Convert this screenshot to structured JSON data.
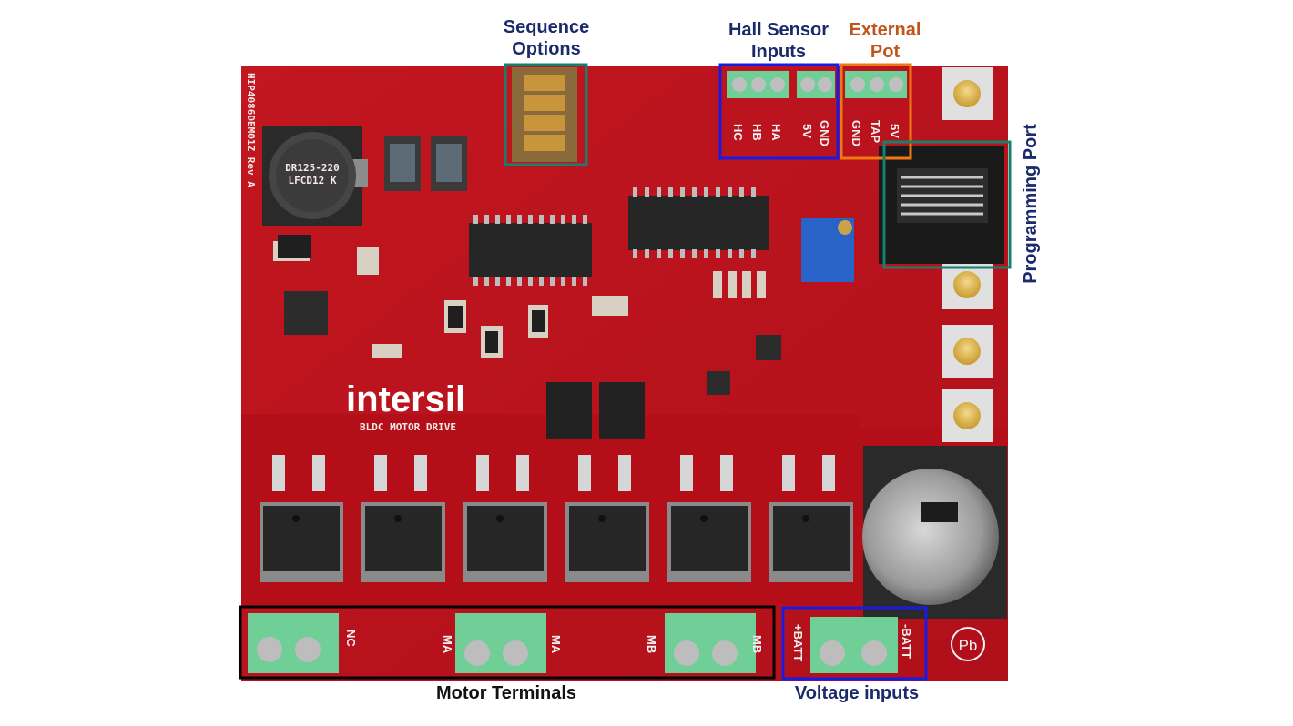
{
  "annotations": {
    "sequence_options": [
      "Sequence",
      "Options"
    ],
    "hall_sensor_inputs": [
      "Hall Sensor",
      "Inputs"
    ],
    "external_pot": [
      "External",
      "Pot"
    ],
    "programming_port": "Programming Port",
    "motor_terminals": "Motor Terminals",
    "voltage_inputs": "Voltage inputs"
  },
  "board": {
    "logo": "intersil",
    "subtitle": "BLDC MOTOR DRIVE",
    "part_number": "HIP4086DEMO1Z Rev A",
    "inductor_marking": [
      "DR125-220",
      "LFCD12 K"
    ],
    "hall_pins": [
      "HC",
      "HB",
      "HA",
      "5V",
      "GND"
    ],
    "pot_pins": [
      "GND",
      "TAP",
      "5V"
    ],
    "motor_pins": [
      "NC",
      "MA",
      "MA",
      "MB",
      "MB"
    ],
    "batt_pins": [
      "+BATT",
      "-BATT"
    ],
    "pb_mark": "Pb"
  },
  "colors": {
    "board_red": "#c8141e",
    "label_navy": "#1a2a6c",
    "label_orange": "#c0571a",
    "box_blue": "#1a1ae0",
    "box_orange": "#f07810",
    "box_teal": "#16806e",
    "box_black": "#000000"
  }
}
